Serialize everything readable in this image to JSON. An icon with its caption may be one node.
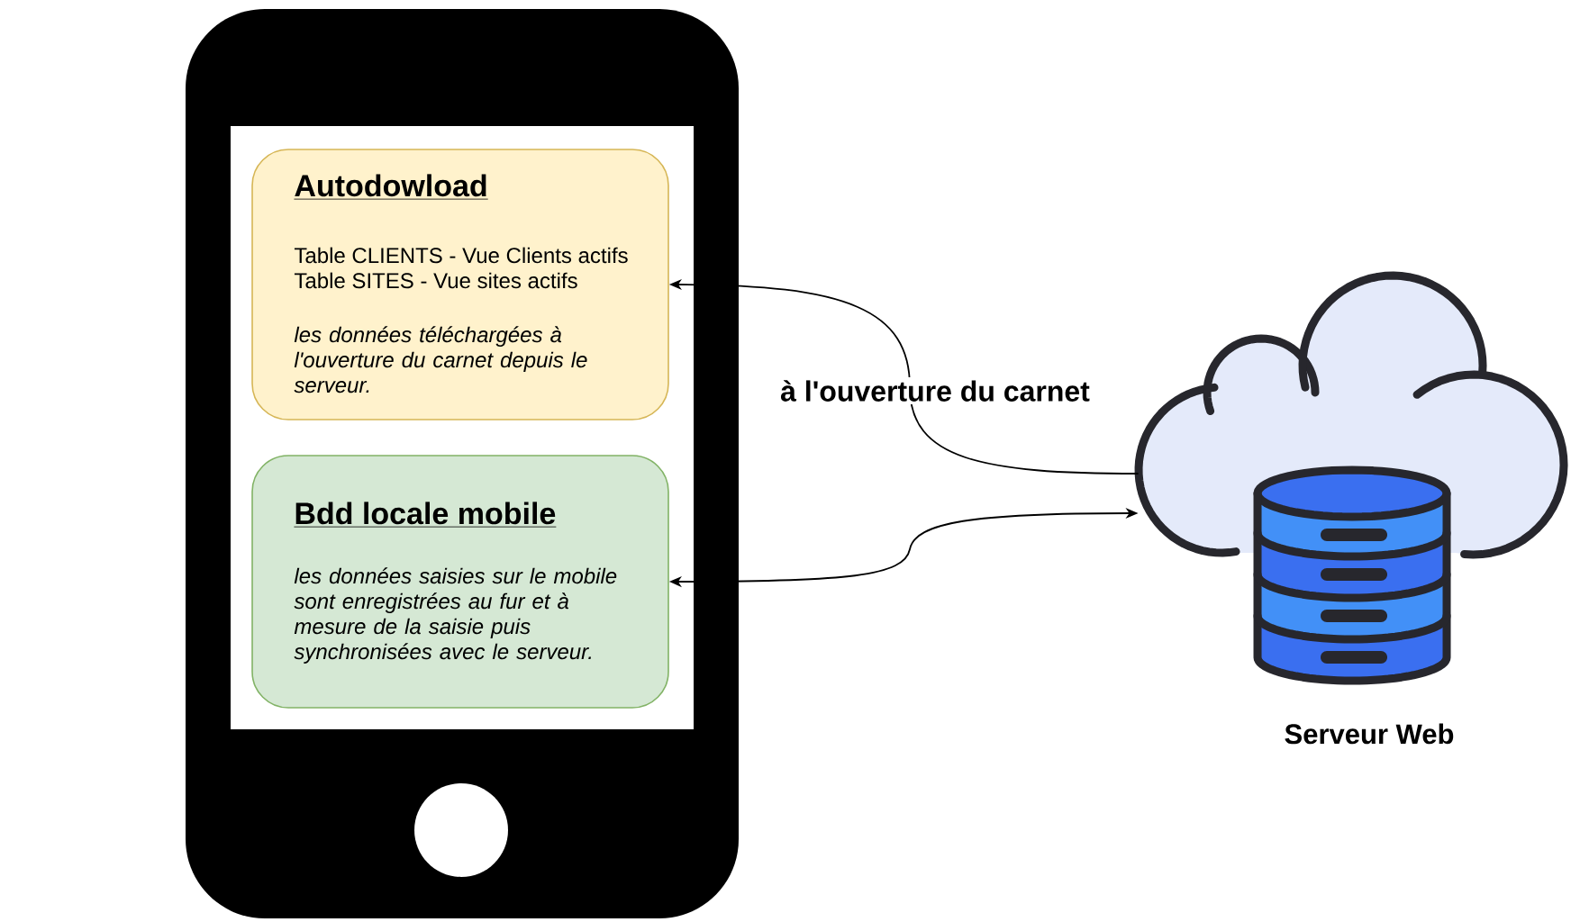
{
  "diagram": {
    "nodes": [
      {
        "text": [],
        "shape": "picture"
      },
      {
        "text": [
          "Autodowload",
          "Table CLIENTS - Vue Clients actifs",
          "Table SITES - Vue sites actifs",
          "les données téléchargées à l'ouverture du carnet depuis le serveur."
        ],
        "in": 0
      },
      {
        "text": [
          "Bdd locale mobile",
          "les données saisies sur le mobile sont enregistrées au fur et à mesure de la saisie puis synchronisées avec le serveur."
        ],
        "in": 0
      },
      {
        "text": [],
        "shape": "picture",
        "beside": [
          "Serveur Web"
        ]
      }
    ],
    "edges": [
      {
        "from": 3,
        "to": 1,
        "arrow": "to",
        "label": "à l'ouverture du carnet"
      },
      {
        "from": 2,
        "to": 3,
        "arrow": "both"
      }
    ]
  }
}
